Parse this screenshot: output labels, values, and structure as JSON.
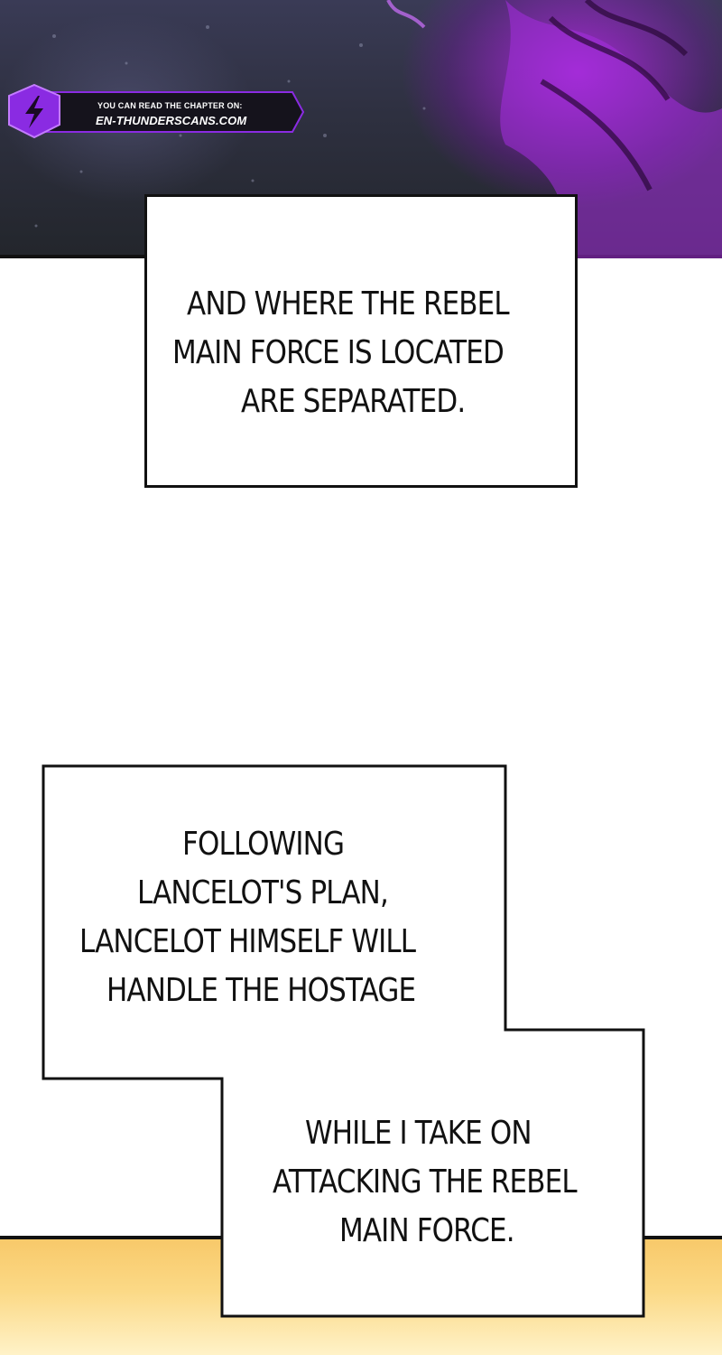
{
  "watermark": {
    "line1": "YOU CAN READ THE CHAPTER ON:",
    "line2": "EN-THUNDERSCANS.COM",
    "icon": "lightning-hexagon-icon",
    "accent": "#8a2be2"
  },
  "captions": {
    "box1": [
      "AND WHERE THE REBEL",
      "MAIN FORCE IS LOCATED",
      "ARE SEPARATED."
    ],
    "box2": [
      "FOLLOWING",
      "LANCELOT'S PLAN,",
      "LANCELOT HIMSELF WILL",
      "HANDLE THE HOSTAGE"
    ],
    "box3": [
      "WHILE I TAKE ON",
      "ATTACKING THE REBEL",
      "MAIN FORCE."
    ]
  },
  "colors": {
    "top_panel": "#2e3040",
    "glow": "#b428e6",
    "bottom_panel": "#fbd986",
    "ink": "#111111"
  }
}
